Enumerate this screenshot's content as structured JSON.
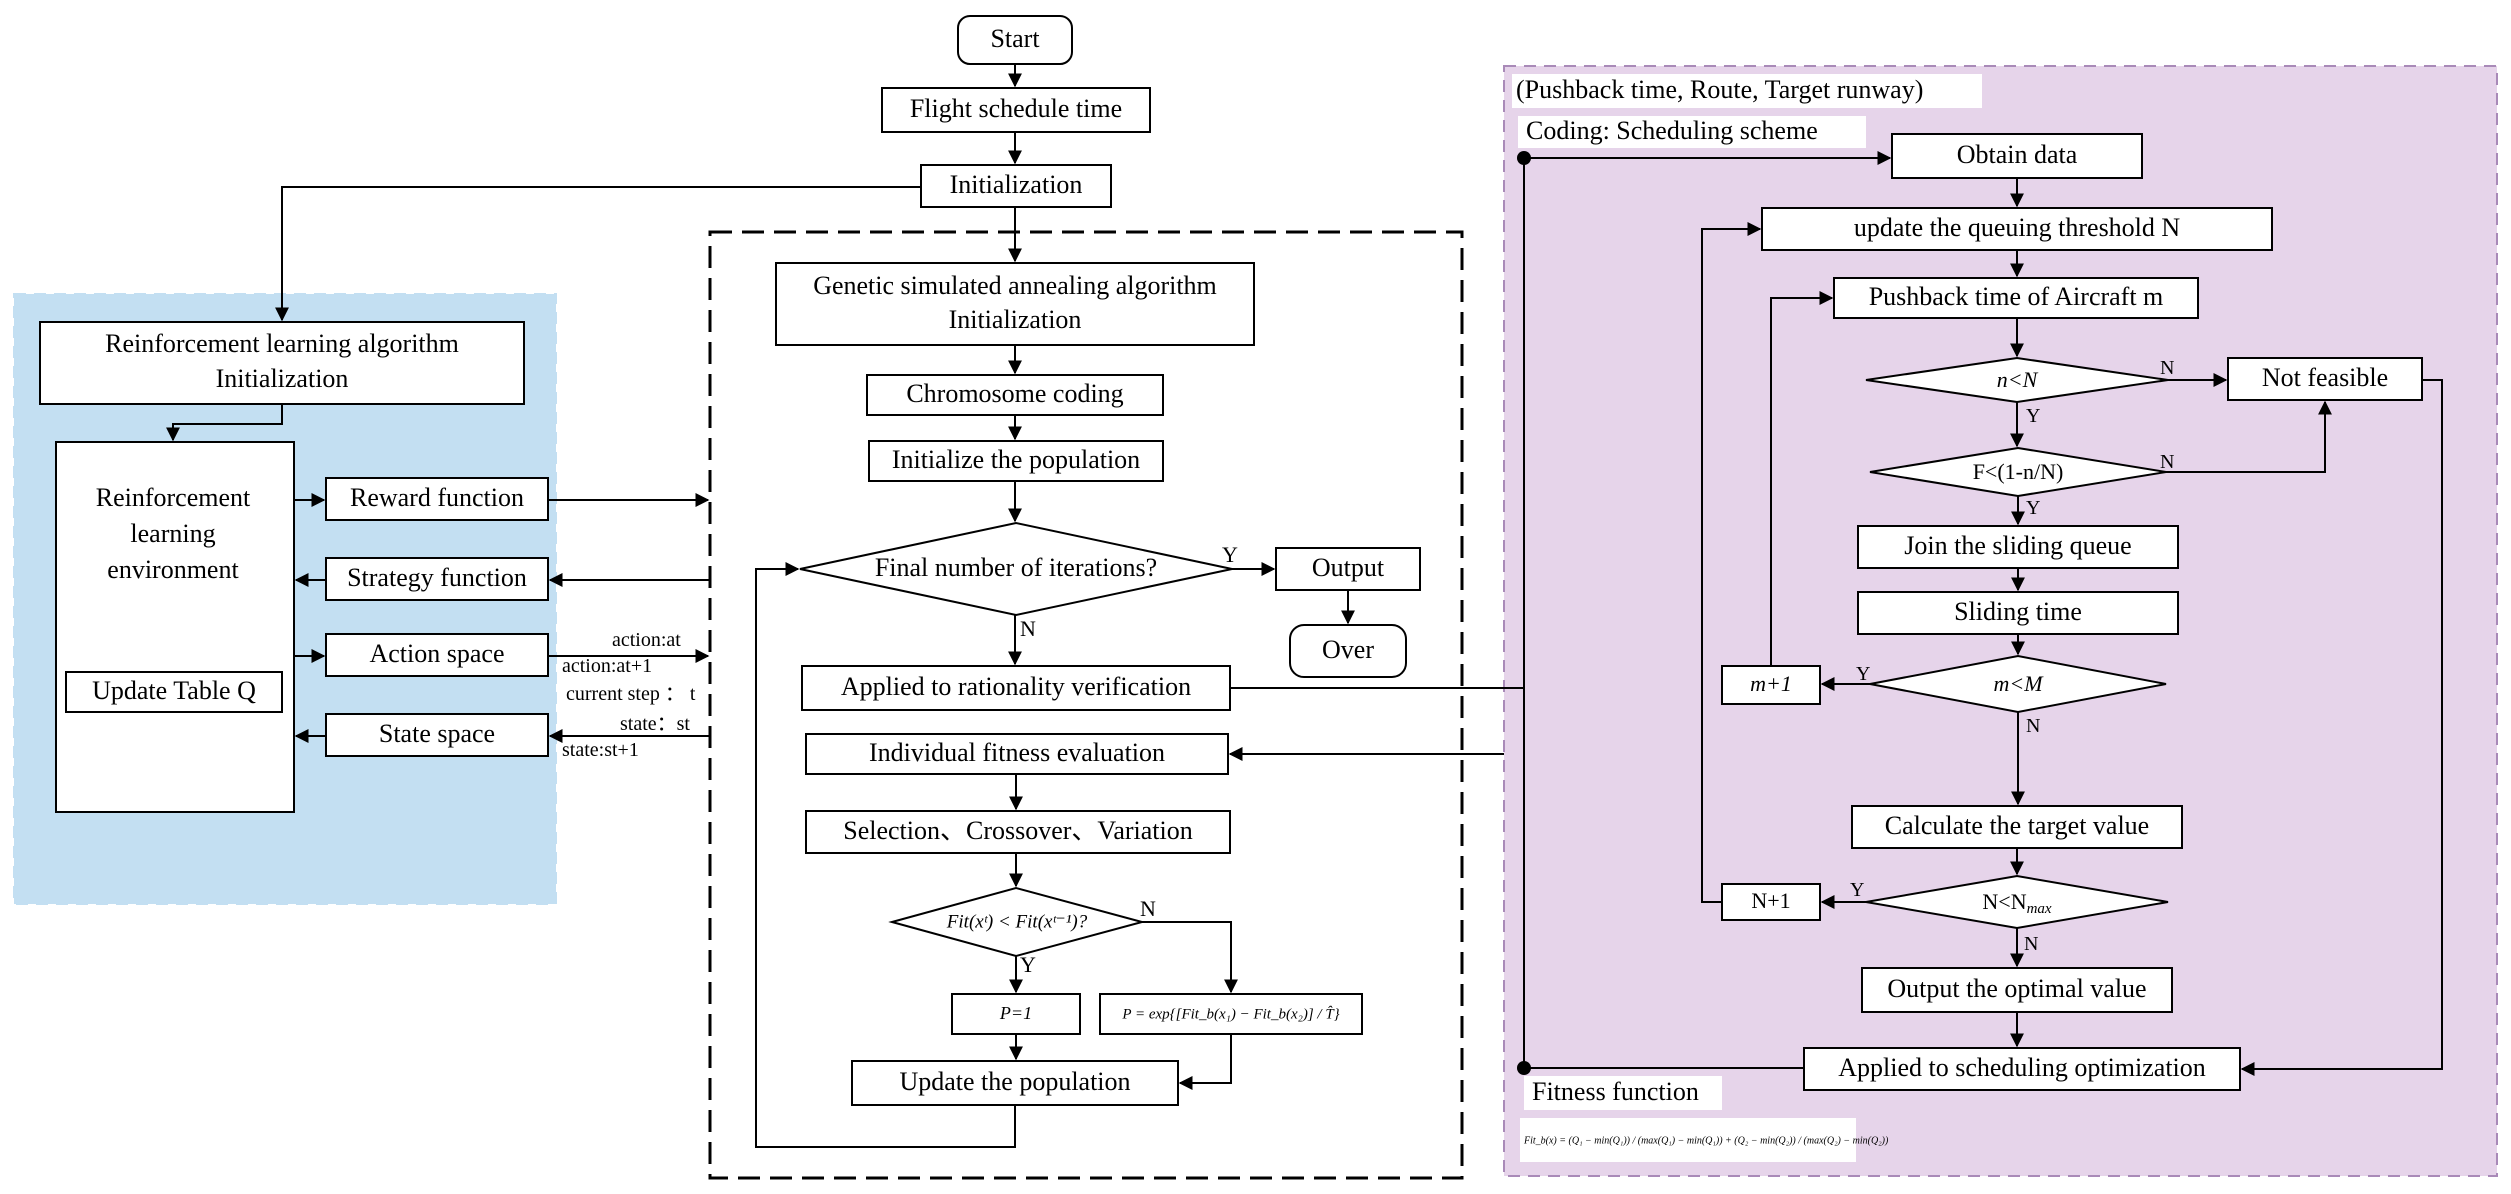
{
  "colors": {
    "rl_panel": "#c3dff2",
    "sched_panel": "#e6d4ea",
    "sched_border": "#a98ab8",
    "line": "#000000"
  },
  "center": {
    "start": "Start",
    "flight_schedule": "Flight schedule time",
    "initialization": "Initialization",
    "gsa_line1": "Genetic simulated annealing algorithm",
    "gsa_line2": "Initialization",
    "chromosome": "Chromosome coding",
    "init_population": "Initialize the population",
    "final_iter": "Final number of iterations?",
    "output": "Output",
    "over": "Over",
    "rationality": "Applied to rationality verification",
    "fitness_eval": "Individual fitness evaluation",
    "selection": "Selection、Crossover、Variation",
    "fit_compare": "Fit(xᵗ) < Fit(xᵗ⁻¹)?",
    "p_one": "P=1",
    "p_exp": "P = exp{[Fit_b(x₁) − Fit_b(x₂)] / T̂}",
    "update_population": "Update the population"
  },
  "rl": {
    "algo_line1": "Reinforcement learning algorithm",
    "algo_line2": "Initialization",
    "env_line1": "Reinforcement",
    "env_line2": "learning",
    "env_line3": "environment",
    "update_q": "Update Table Q",
    "reward": "Reward function",
    "strategy": "Strategy function",
    "action": "Action space",
    "state": "State space",
    "action_at": "action:at",
    "action_at1": "action:at+1",
    "current_step": "current step ：  t",
    "state_st": "state：st",
    "state_st1": "state:st+1"
  },
  "sched": {
    "header": "(Pushback time, Route, Target runway)",
    "coding": "Coding: Scheduling scheme",
    "obtain": "Obtain data",
    "update_n": "update the queuing threshold N",
    "pushback": "Pushback time of Aircraft m",
    "n_lt_n": "n<N",
    "not_feasible": "Not feasible",
    "f_cond": "F<(1-n/N)",
    "join": "Join the sliding queue",
    "sliding": "Sliding time",
    "m_lt_m": "m<M",
    "m_plus": "m+1",
    "calc_target": "Calculate the target value",
    "n_lt_nmax": "N<N",
    "n_lt_nmax_sub": "max",
    "n_plus": "N+1",
    "output_optimal": "Output the optimal value",
    "applied_sched": "Applied to scheduling optimization",
    "fitness_title": "Fitness function",
    "fitness_formula": "Fit_b(x) = (Q₁ − min(Q₁)) / (max(Q₁) − min(Q₁)) + (Q₂ − min(Q₂)) / (max(Q₂) − min(Q₂))"
  },
  "labels": {
    "yes": "Y",
    "no": "N"
  }
}
